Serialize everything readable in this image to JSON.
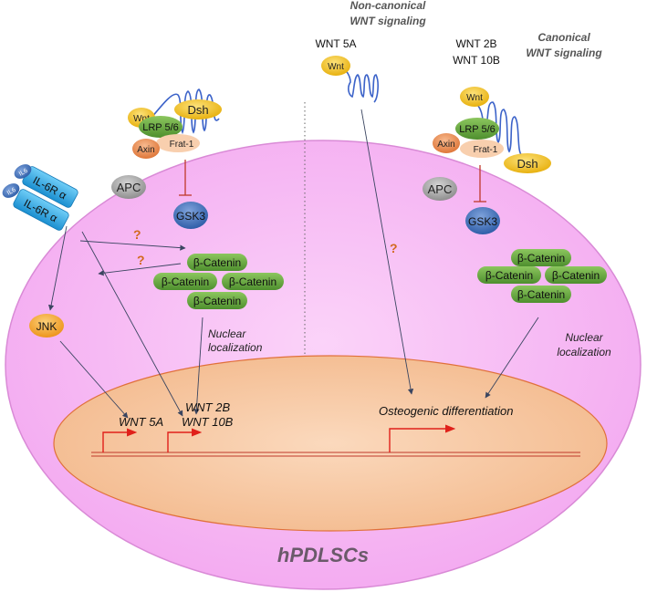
{
  "title": "hPDLSCs",
  "headers": {
    "noncanonical_line1": "Non-canonical",
    "noncanonical_line2": "WNT signaling",
    "canonical_line1": "Canonical",
    "canonical_line2": "WNT signaling"
  },
  "ligands": {
    "wnt5a": "WNT 5A",
    "wnt2b": "WNT 2B",
    "wnt10b": "WNT 10B"
  },
  "proteins": {
    "wnt": "Wnt",
    "dsh": "Dsh",
    "lrp": "LRP 5/6",
    "axin": "Axin",
    "frat": "Frat-1",
    "apc": "APC",
    "gsk3": "GSK3",
    "beta_catenin": "β-Catenin",
    "jnk": "JNK",
    "il6": "IL6",
    "il6r": "IL-6R α"
  },
  "labels": {
    "question": "?",
    "nuclear1": "Nuclear",
    "nuclear2": "localization",
    "gene_wnt5a": "WNT 5A",
    "gene_wnt2b": "WNT 2B",
    "gene_wnt10b": "WNT 10B",
    "osteo": "Osteogenic differentiation"
  },
  "colors": {
    "cell_fill": "#f6b6f4",
    "cell_stroke": "#d98ad6",
    "nucleus_fill": "#f7c9a6",
    "nucleus_stroke": "#e0703a",
    "wnt_yellow": "#f2c018",
    "green": "#5ea33a",
    "axin_orange": "#ea8a4a",
    "frat_peach": "#f8cfae",
    "apc_grey": "#a8a8a8",
    "gsk3_blue": "#3f6fb7",
    "jnk_orange": "#f3a332",
    "receptor_blue": "#2aa7e6",
    "arrow_dark": "#3a4560",
    "inhibit_red": "#c0392b",
    "question_orange": "#d2691e",
    "promoter_red": "#e0201a"
  }
}
